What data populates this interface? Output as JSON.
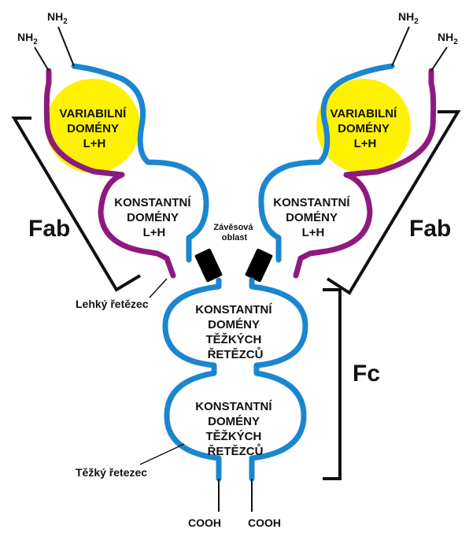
{
  "colors": {
    "heavy_chain": "#1b86cf",
    "light_chain": "#8e1a7e",
    "variable_fill": "#fff200",
    "hinge": "#000000",
    "bracket": "#111111"
  },
  "amino_terminus": {
    "left_light": "NH",
    "left_heavy": "NH",
    "right_heavy": "NH",
    "right_light": "NH",
    "subscript": "2"
  },
  "carboxy_terminus": {
    "left": "COOH",
    "right": "COOH"
  },
  "variable_domain": {
    "line1": "VARIABILNÍ",
    "line2": "DOMÉNY",
    "line3": "L+H"
  },
  "constant_domain_lh": {
    "line1": "KONSTANTNÍ",
    "line2": "DOMÉNY",
    "line3": "L+H"
  },
  "constant_domain_heavy": {
    "line1": "KONSTANTNÍ",
    "line2": "DOMÉNY",
    "line3": "TĚŽKÝCH",
    "line4": "ŘETĚZCŮ"
  },
  "hinge_region": {
    "line1": "Závěsová",
    "line2": "oblast"
  },
  "fragments": {
    "fab_left": "Fab",
    "fab_right": "Fab",
    "fc": "Fc"
  },
  "chains": {
    "light_chain_label": "Lehký řetězec",
    "heavy_chain_label": "Těžký řetezec"
  }
}
